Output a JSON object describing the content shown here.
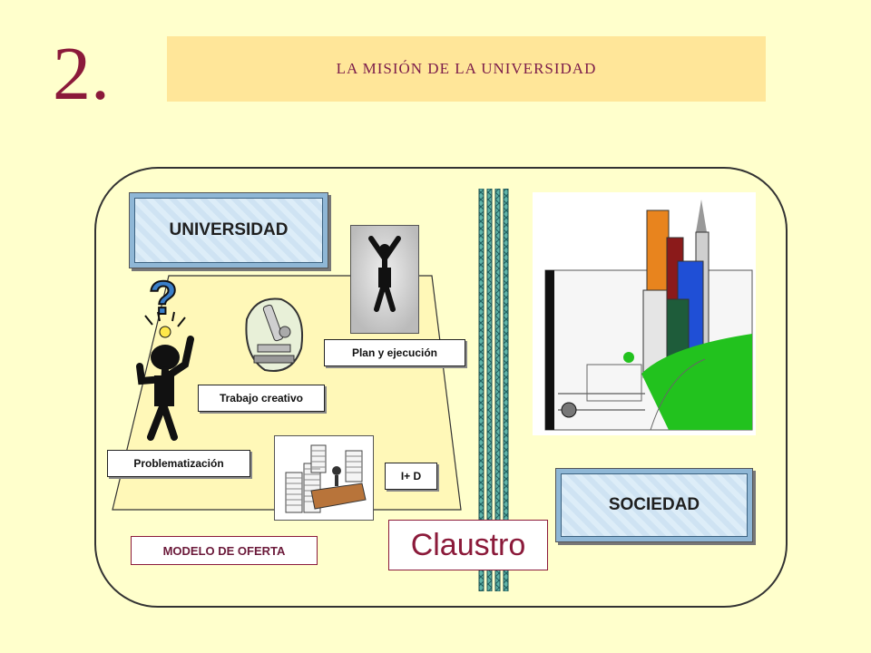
{
  "slide": {
    "number": "2.",
    "title": "LA MISIÓN DE LA UNIVERSIDAD"
  },
  "diagram": {
    "universidad_label": "UNIVERSIDAD",
    "sociedad_label": "SOCIEDAD",
    "labels": {
      "plan": "Plan y ejecución",
      "trabajo": "Trabajo creativo",
      "problematizacion": "Problematización",
      "id": "I+ D"
    },
    "claustro": "Claustro",
    "modelo": "MODELO DE OFERTA"
  },
  "colors": {
    "background": "#FFFFCC",
    "title_bar": "#FFE699",
    "accent": "#8B1A3A",
    "pillar": "#2E8B8B"
  },
  "icons": [
    "question-figure-icon",
    "microscope-icon",
    "cheering-person-icon",
    "office-desk-icon",
    "city-skyline-icon"
  ]
}
